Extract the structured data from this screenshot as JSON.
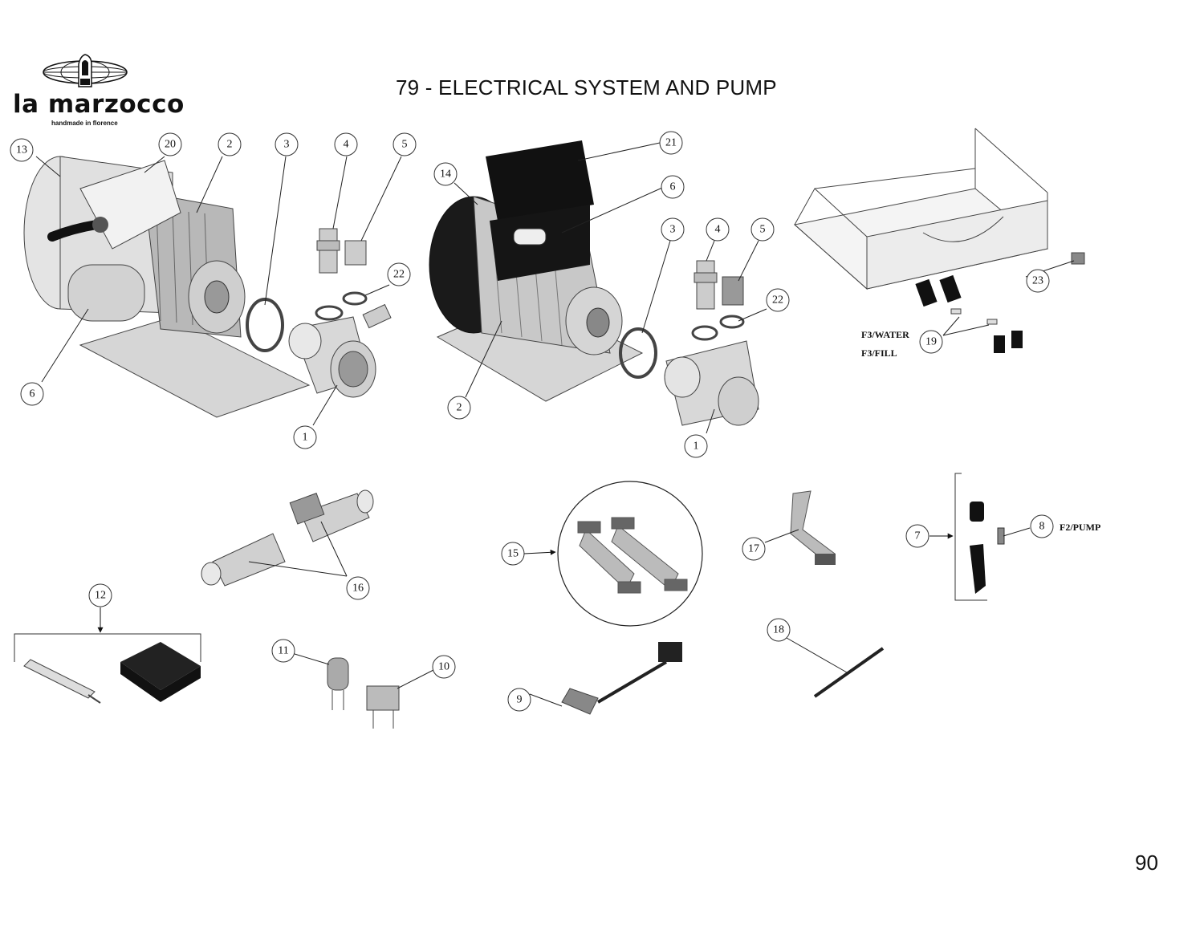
{
  "header": {
    "title": "79 - ELECTRICAL SYSTEM AND PUMP",
    "page_number": "90"
  },
  "logo": {
    "brand": "la marzocco",
    "tagline": "handmade in florence"
  },
  "labels": {
    "f3_water": "F3/WATER",
    "f3_fill": "F3/FILL",
    "f2_pump": "F2/PUMP"
  },
  "callouts": [
    {
      "id": "c13",
      "label": "13"
    },
    {
      "id": "c20",
      "label": "20"
    },
    {
      "id": "c2a",
      "label": "2"
    },
    {
      "id": "c3a",
      "label": "3"
    },
    {
      "id": "c4a",
      "label": "4"
    },
    {
      "id": "c5a",
      "label": "5"
    },
    {
      "id": "c22a",
      "label": "22"
    },
    {
      "id": "c6a",
      "label": "6"
    },
    {
      "id": "c1a",
      "label": "1"
    },
    {
      "id": "c14",
      "label": "14"
    },
    {
      "id": "c21",
      "label": "21"
    },
    {
      "id": "c6b",
      "label": "6"
    },
    {
      "id": "c3b",
      "label": "3"
    },
    {
      "id": "c4b",
      "label": "4"
    },
    {
      "id": "c5b",
      "label": "5"
    },
    {
      "id": "c22b",
      "label": "22"
    },
    {
      "id": "c2b",
      "label": "2"
    },
    {
      "id": "c1b",
      "label": "1"
    },
    {
      "id": "c23",
      "label": "23"
    },
    {
      "id": "c19",
      "label": "19"
    },
    {
      "id": "c16",
      "label": "16"
    },
    {
      "id": "c15",
      "label": "15"
    },
    {
      "id": "c17",
      "label": "17"
    },
    {
      "id": "c7",
      "label": "7"
    },
    {
      "id": "c8",
      "label": "8"
    },
    {
      "id": "c12",
      "label": "12"
    },
    {
      "id": "c11",
      "label": "11"
    },
    {
      "id": "c10",
      "label": "10"
    },
    {
      "id": "c18",
      "label": "18"
    },
    {
      "id": "c9",
      "label": "9"
    }
  ]
}
